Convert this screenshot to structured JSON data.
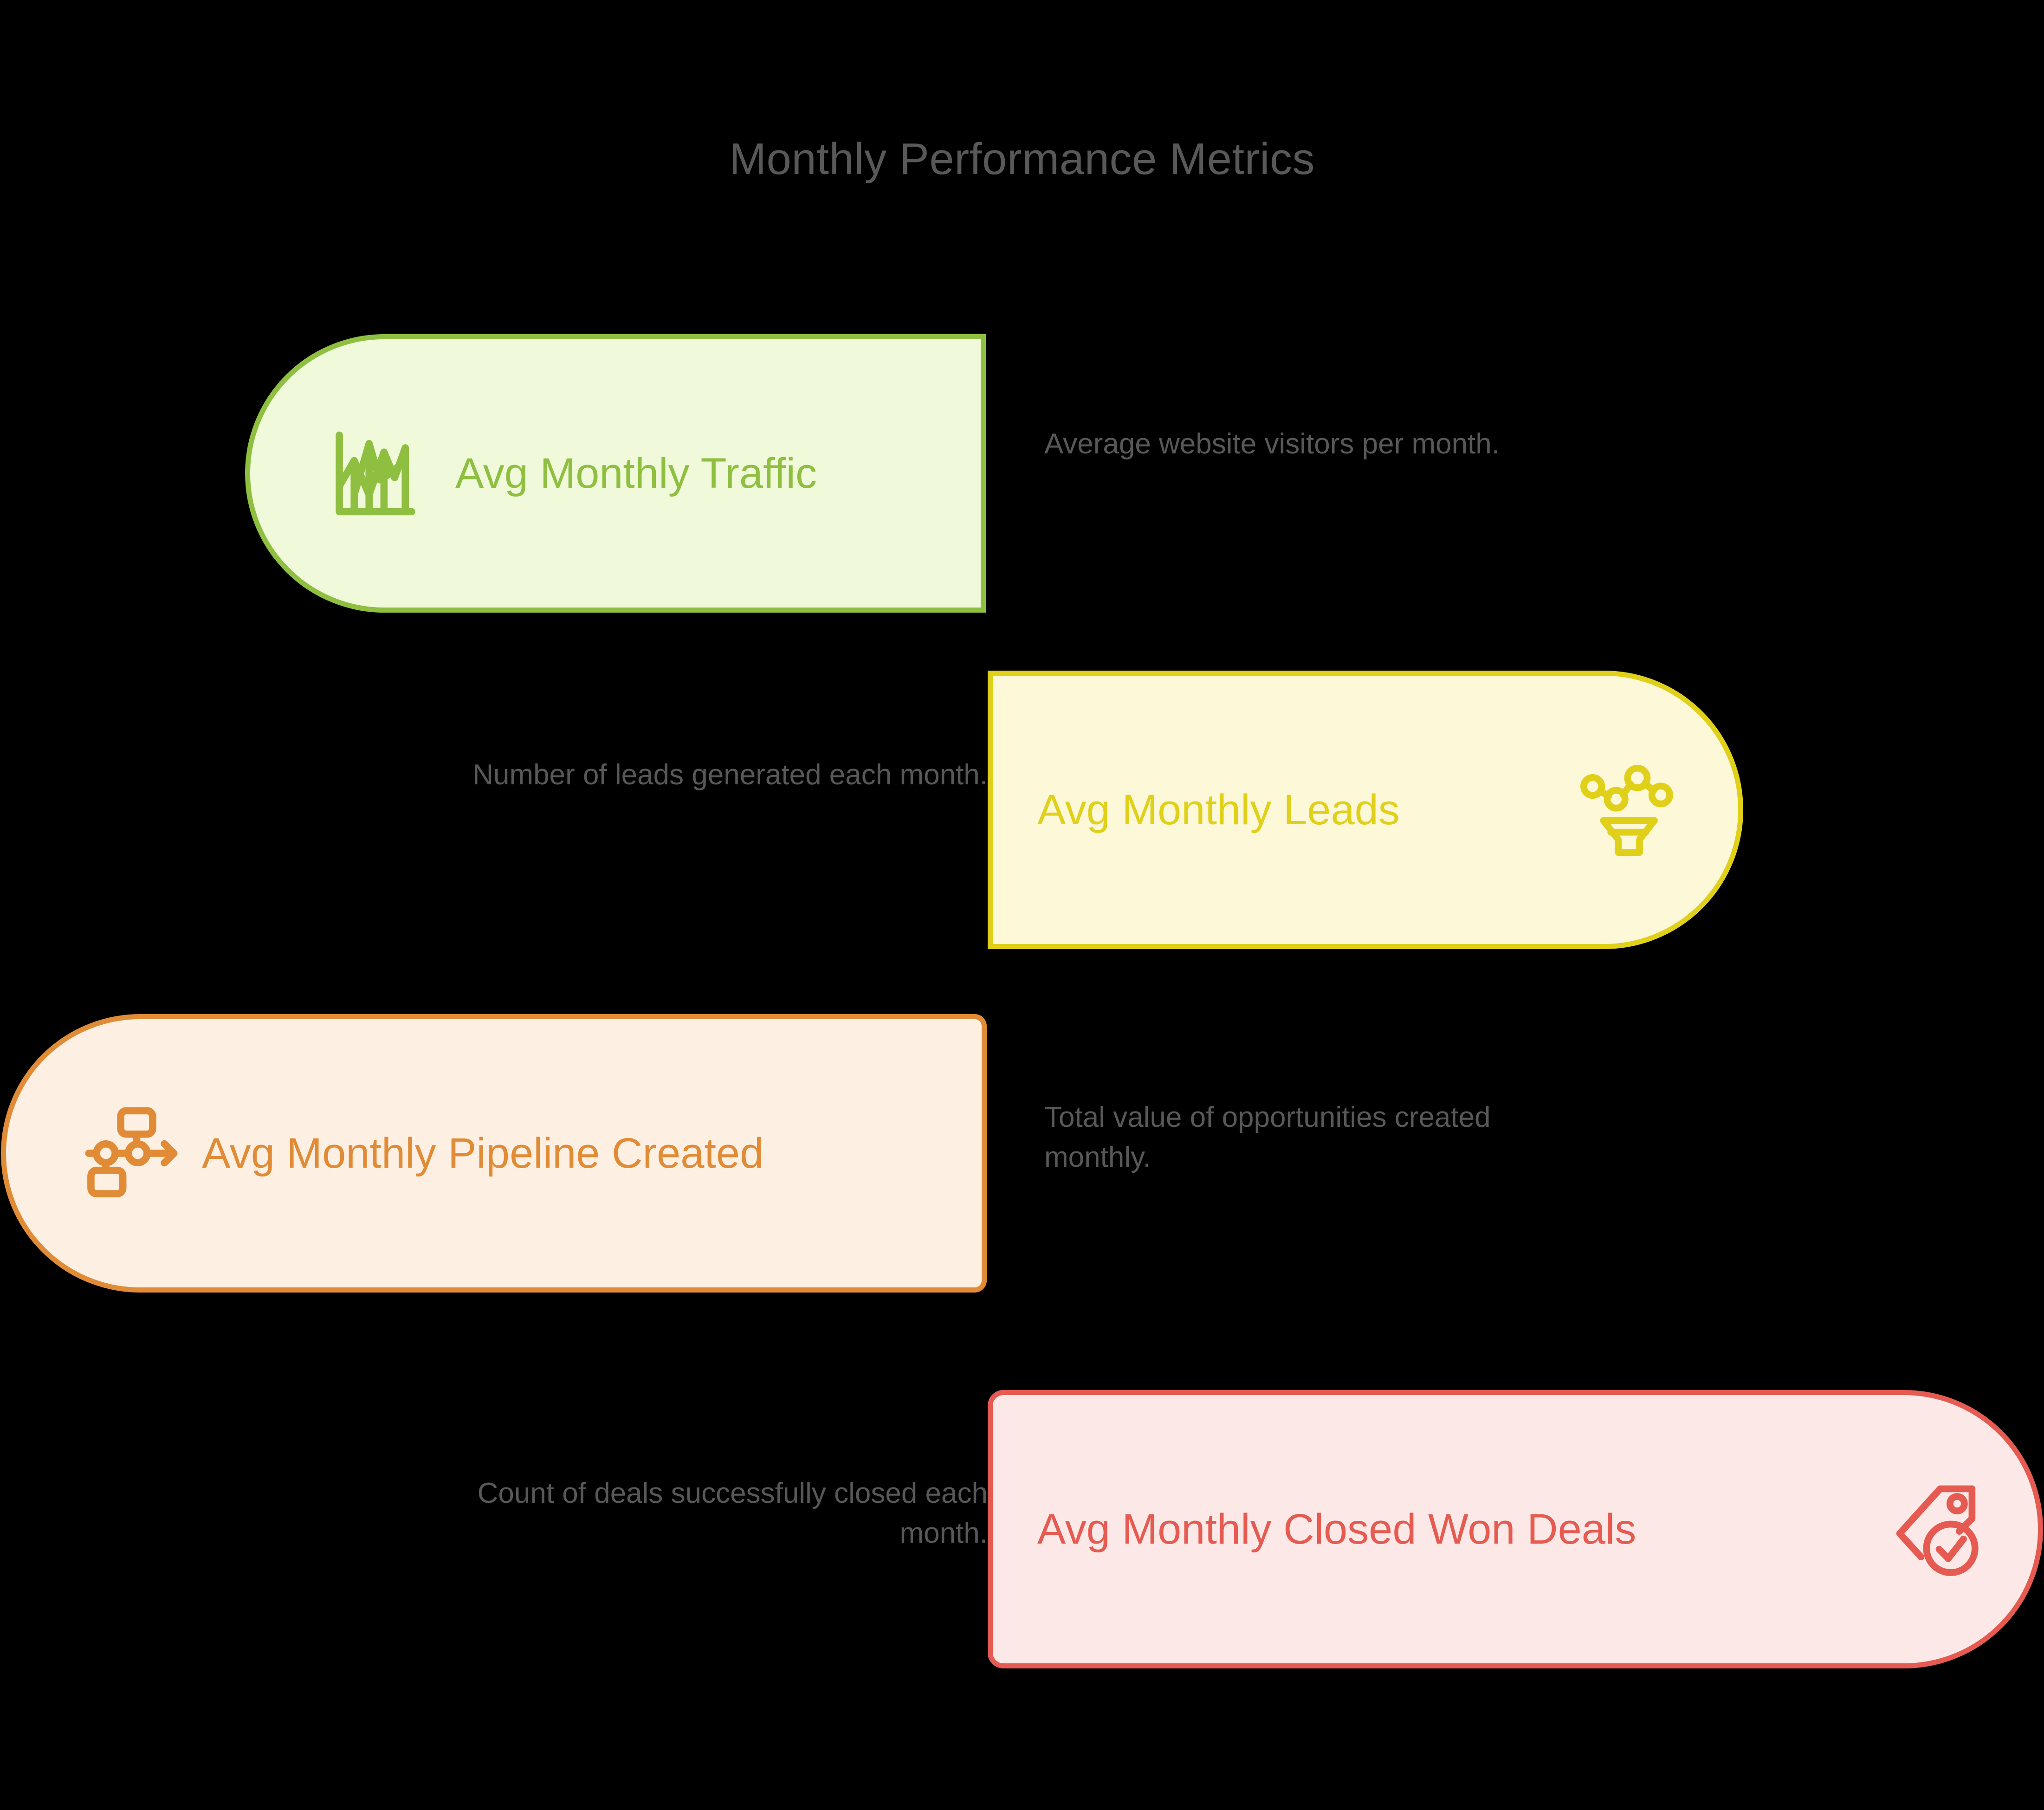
{
  "title": "Monthly Performance Metrics",
  "theme": {
    "background": "#000000",
    "title_color": "#585858",
    "description_color": "#585858"
  },
  "metrics": [
    {
      "label": "Avg Monthly Traffic",
      "description": "Average website visitors per month.",
      "icon": "bar-chart-icon",
      "accent": "#8fbf40",
      "fill": "#f0fada",
      "side": "left"
    },
    {
      "label": "Avg Monthly Leads",
      "description": "Number of leads generated each month.",
      "icon": "lead-funnel-icon",
      "accent": "#e0d019",
      "fill": "#fdf8d8",
      "side": "right"
    },
    {
      "label": "Avg Monthly Pipeline Created",
      "description": "Total value of opportunities created monthly.",
      "icon": "workflow-pipeline-icon",
      "accent": "#e18b36",
      "fill": "#fdf0e3",
      "side": "left"
    },
    {
      "label": "Avg Monthly Closed Won Deals",
      "description": "Count of deals successfully closed each month.",
      "icon": "tag-check-icon",
      "accent": "#e55a51",
      "fill": "#fce9e7",
      "side": "right"
    }
  ]
}
